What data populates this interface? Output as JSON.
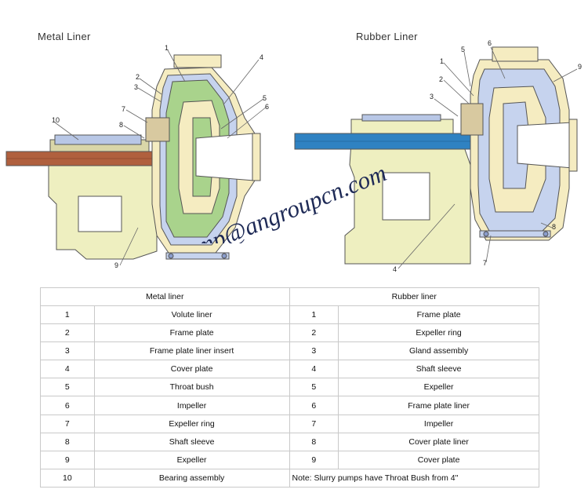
{
  "diagram": {
    "left_title": "Metal Liner",
    "right_title": "Rubber Liner",
    "watermark": "pump@angroupcn.com",
    "left_callouts": [
      "1",
      "2",
      "3",
      "4",
      "5",
      "6",
      "7",
      "8",
      "9",
      "10"
    ],
    "right_callouts": [
      "1",
      "2",
      "3",
      "4",
      "5",
      "6",
      "7",
      "8",
      "9"
    ],
    "colors": {
      "casing": "#f5ecc1",
      "frame": "#eeefc0",
      "impeller_green": "#a9d38c",
      "liner_blue": "#c6d3ee",
      "shaft_copper": "#b0603e",
      "shaft_blue": "#2f82c2",
      "outline": "#555555"
    }
  },
  "table": {
    "headers": [
      "Metal liner",
      "Rubber liner"
    ],
    "rows": [
      {
        "n1": "1",
        "metal": "Volute liner",
        "n2": "1",
        "rubber": "Frame plate"
      },
      {
        "n1": "2",
        "metal": "Frame plate",
        "n2": "2",
        "rubber": "Expeller ring"
      },
      {
        "n1": "3",
        "metal": "Frame plate liner insert",
        "n2": "3",
        "rubber": "Gland assembly"
      },
      {
        "n1": "4",
        "metal": "Cover plate",
        "n2": "4",
        "rubber": "Shaft sleeve"
      },
      {
        "n1": "5",
        "metal": "Throat bush",
        "n2": "5",
        "rubber": "Expeller"
      },
      {
        "n1": "6",
        "metal": "Impeller",
        "n2": "6",
        "rubber": "Frame plate liner"
      },
      {
        "n1": "7",
        "metal": "Expeller ring",
        "n2": "7",
        "rubber": "Impeller"
      },
      {
        "n1": "8",
        "metal": "Shaft sleeve",
        "n2": "8",
        "rubber": "Cover plate liner"
      },
      {
        "n1": "9",
        "metal": "Expeller",
        "n2": "9",
        "rubber": "Cover plate"
      }
    ],
    "last_row": {
      "n1": "10",
      "metal": "Bearing assembly",
      "note": "Note: Slurry pumps have Throat Bush from 4\""
    }
  }
}
